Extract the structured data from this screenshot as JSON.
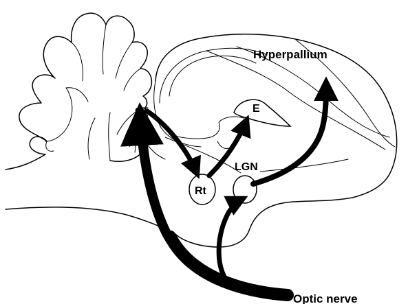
{
  "labels": {
    "hyperpallium": "Hyperpallium",
    "ot": "OT",
    "e": "E",
    "lgn": "LGN",
    "rt": "Rt",
    "optic_nerve": "Optic nerve"
  },
  "colors": {
    "ink": "#000000",
    "background": "#ffffff"
  }
}
